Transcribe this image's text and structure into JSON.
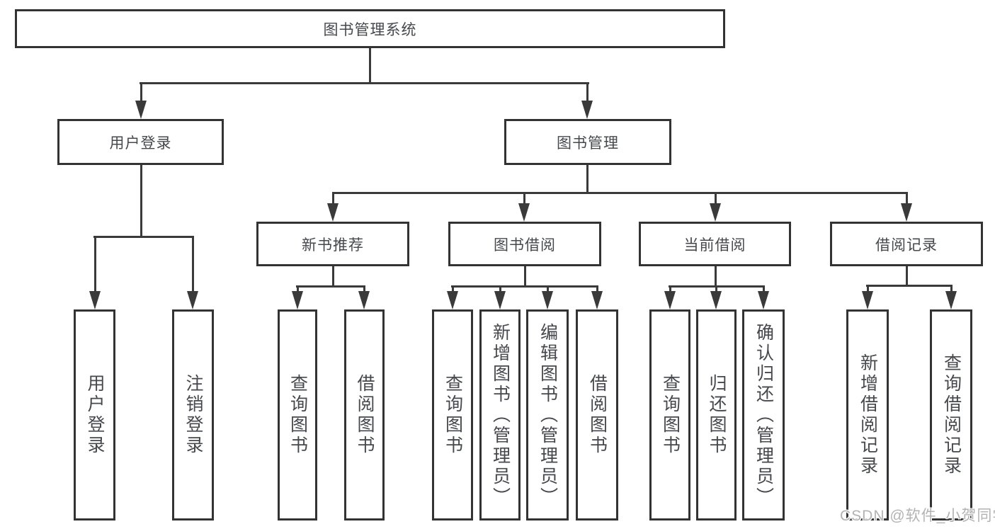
{
  "title": {
    "label": "图书管理系统"
  },
  "level2": {
    "user_login": {
      "label": "用户登录"
    },
    "book_mgmt": {
      "label": "图书管理"
    }
  },
  "level3": {
    "new_book_rec": {
      "label": "新书推荐"
    },
    "book_borrow": {
      "label": "图书借阅"
    },
    "current_borrow": {
      "label": "当前借阅"
    },
    "borrow_record": {
      "label": "借阅记录"
    }
  },
  "leaves": {
    "user_login": [
      {
        "label": "用户登录"
      },
      {
        "label": "注销登录"
      }
    ],
    "new_book_rec": [
      {
        "label": "查询图书"
      },
      {
        "label": "借阅图书"
      }
    ],
    "book_borrow": [
      {
        "label": "查询图书"
      },
      {
        "label": "新增图书（管理员）"
      },
      {
        "label": "编辑图书（管理员）"
      },
      {
        "label": "借阅图书"
      }
    ],
    "current_borrow": [
      {
        "label": "查询图书"
      },
      {
        "label": "归还图书"
      },
      {
        "label": "确认归还（管理员）"
      }
    ],
    "borrow_record": [
      {
        "label": "新增借阅记录"
      },
      {
        "label": "查询借阅记录"
      }
    ]
  },
  "watermark": {
    "text": "CSDN @软件_小贺同学"
  },
  "colors": {
    "line": "#3a3a3a",
    "border": "#333333",
    "fill": "#ffffff",
    "text": "#46484d",
    "watermark": "#b3b3b3"
  }
}
